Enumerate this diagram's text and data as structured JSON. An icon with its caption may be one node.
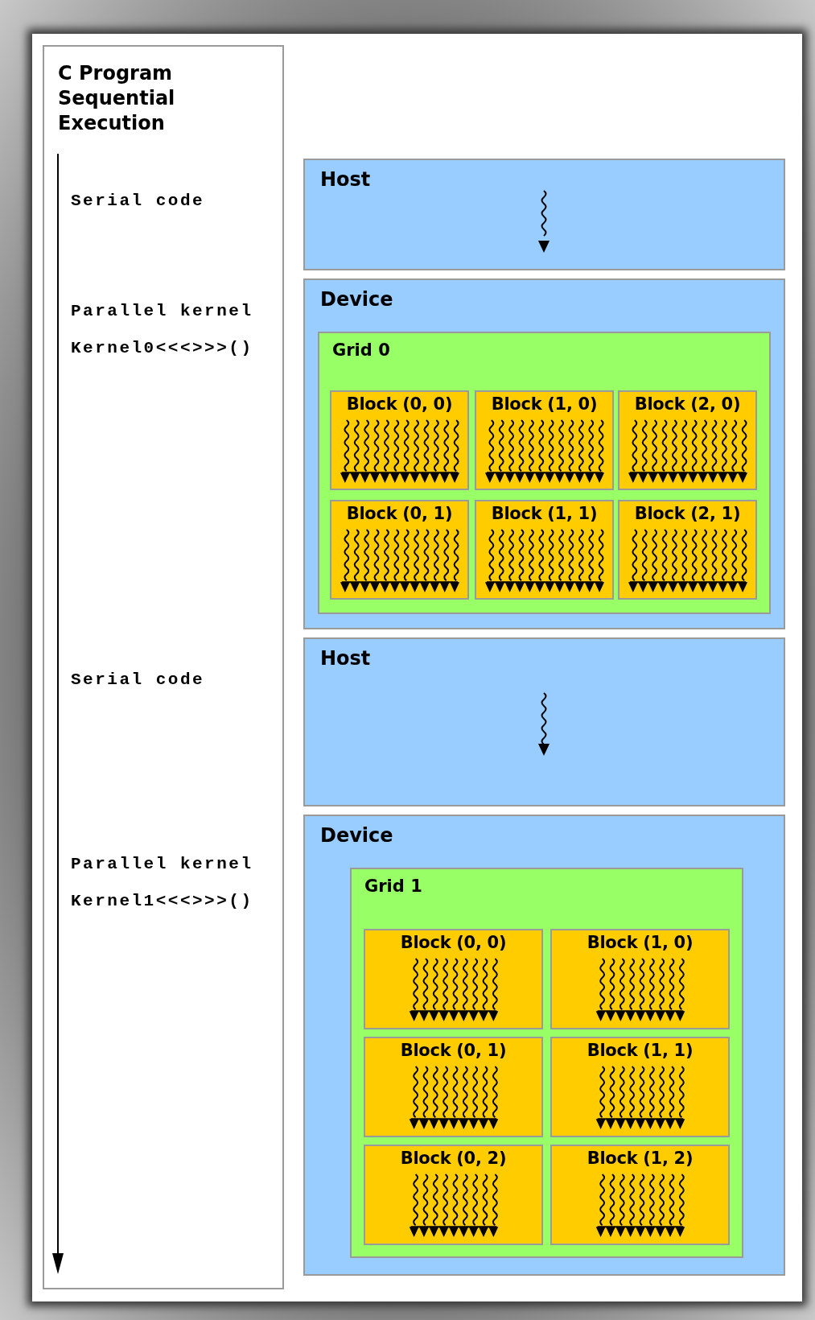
{
  "diagram": {
    "nodes": [
      {
        "text": [
          "C Program Sequential Execution",
          "Serial code",
          "Parallel kernel",
          "Kernel0<<<>>>()",
          "Serial code",
          "Parallel kernel",
          "Kernel1<<<>>>()"
        ]
      },
      {
        "text": [
          "Host"
        ]
      },
      {
        "text": [
          "Device"
        ]
      },
      {
        "text": [
          "Grid 0"
        ],
        "in": 2
      },
      {
        "text": [
          "Block (0, 0)"
        ],
        "in": 3
      },
      {
        "text": [
          "Block (1, 0)"
        ],
        "in": 3
      },
      {
        "text": [
          "Block (2, 0)"
        ],
        "in": 3
      },
      {
        "text": [
          "Block (0, 1)"
        ],
        "in": 3
      },
      {
        "text": [
          "Block (1, 1)"
        ],
        "in": 3
      },
      {
        "text": [
          "Block (2, 1)"
        ],
        "in": 3
      },
      {
        "text": [
          "Host"
        ]
      },
      {
        "text": [
          "Device"
        ]
      },
      {
        "text": [
          "Grid 1"
        ],
        "in": 11
      },
      {
        "text": [
          "Block (0, 0)"
        ],
        "in": 12
      },
      {
        "text": [
          "Block (1, 0)"
        ],
        "in": 12
      },
      {
        "text": [
          "Block (0, 1)"
        ],
        "in": 12
      },
      {
        "text": [
          "Block (1, 1)"
        ],
        "in": 12
      },
      {
        "text": [
          "Block (0, 2)"
        ],
        "in": 12
      },
      {
        "text": [
          "Block (1, 2)"
        ],
        "in": 12
      }
    ]
  }
}
